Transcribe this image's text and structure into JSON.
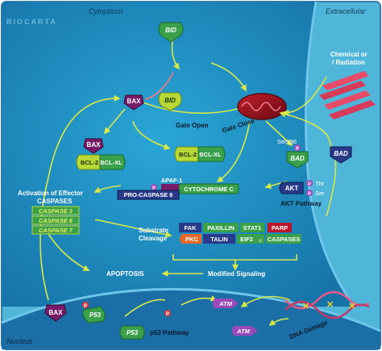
{
  "regions": {
    "cytoplasm": "Cytoplasm",
    "extracellular": "Extracellular",
    "nucleus": "Nucleus"
  },
  "watermark": "BIOCARTA",
  "stimulus": {
    "line1": "Chemical or",
    "line2": "/ Radiation"
  },
  "nodes": {
    "bid_top": "BID",
    "bid_mid": "BID",
    "bax_top": "BAX",
    "bax_complex": "BAX",
    "bcl2_left": "BCL-2",
    "bclxl_left": "BCL-XL",
    "bcl2_right": "BCL-2",
    "bclxl_right": "BCL-XL",
    "bad_phos": "BAD",
    "bad": "BAD",
    "ser136": "Ser136",
    "apaf1": "APAF-1",
    "cytochrome_c": "CYTOCHROME C",
    "procaspase9": "PRO-CASPASE 9",
    "akt": "AKT",
    "thr": "Thr",
    "ser": "Ser",
    "akt_pathway": "AKT Pathway",
    "fak": "FAK",
    "paxillin": "PAXILLIN",
    "stat1": "STAT1",
    "parp": "PARP",
    "pkc": "PKC",
    "talin": "TALIN",
    "eif2": "EIF2",
    "eif2_alpha": "α",
    "caspases": "CASPASES",
    "bax_nucleus": "BAX",
    "p53_phos": "P53",
    "p53": "P53",
    "atm_upper": "ATM",
    "atm_lower": "ATM",
    "phos": "P"
  },
  "labels": {
    "gate_open": "Gate Open",
    "gate_close": "Gate Close",
    "activation_line1": "Activation of Effector",
    "activation_line2": "CASPASES",
    "caspase3": "CASPASE 3",
    "caspase6": "CASPASE 6",
    "caspase7": "CASPASE 7",
    "substrate_line1": "Substrate",
    "substrate_line2": "Cleavage",
    "apoptosis": "APOPTOSIS",
    "modified_signaling": "Modified Signaling",
    "p53_pathway": "p53 Pathway",
    "dna_damage": "DNA Damage"
  },
  "colors": {
    "cytoplasm_bg": "#1f8fc4",
    "nucleus_bg": "#1b72aa",
    "extracellular_bg": "#4fb6d9",
    "arrow": "#d6e84a",
    "purple": "#7a1a6a",
    "green": "#3aa04a",
    "yellow_green": "#b8d838",
    "blue_box": "#2a3a8a",
    "orange": "#e86a2a",
    "red": "#b8182a",
    "phospho": "#9a4ab8"
  }
}
